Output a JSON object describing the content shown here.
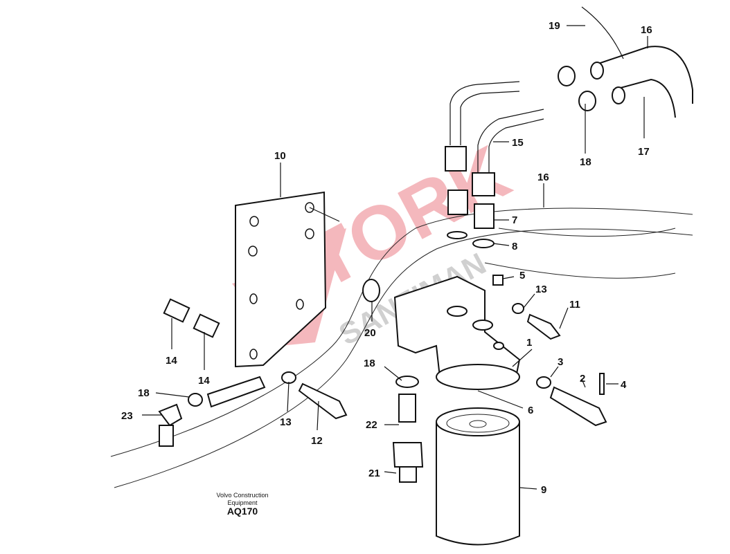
{
  "diagram": {
    "labels": [
      "1",
      "2",
      "3",
      "4",
      "5",
      "6",
      "7",
      "8",
      "9",
      "10",
      "11",
      "12",
      "13",
      "13",
      "14",
      "14",
      "15",
      "16",
      "16",
      "17",
      "18",
      "18",
      "18",
      "19",
      "20",
      "21",
      "22",
      "23"
    ],
    "caption_line1": "Volvo Construction",
    "caption_line2": "Equipment",
    "code": "AQ170",
    "watermark": "TORK SANZIMAN",
    "watermark_color": "#e8646e"
  }
}
